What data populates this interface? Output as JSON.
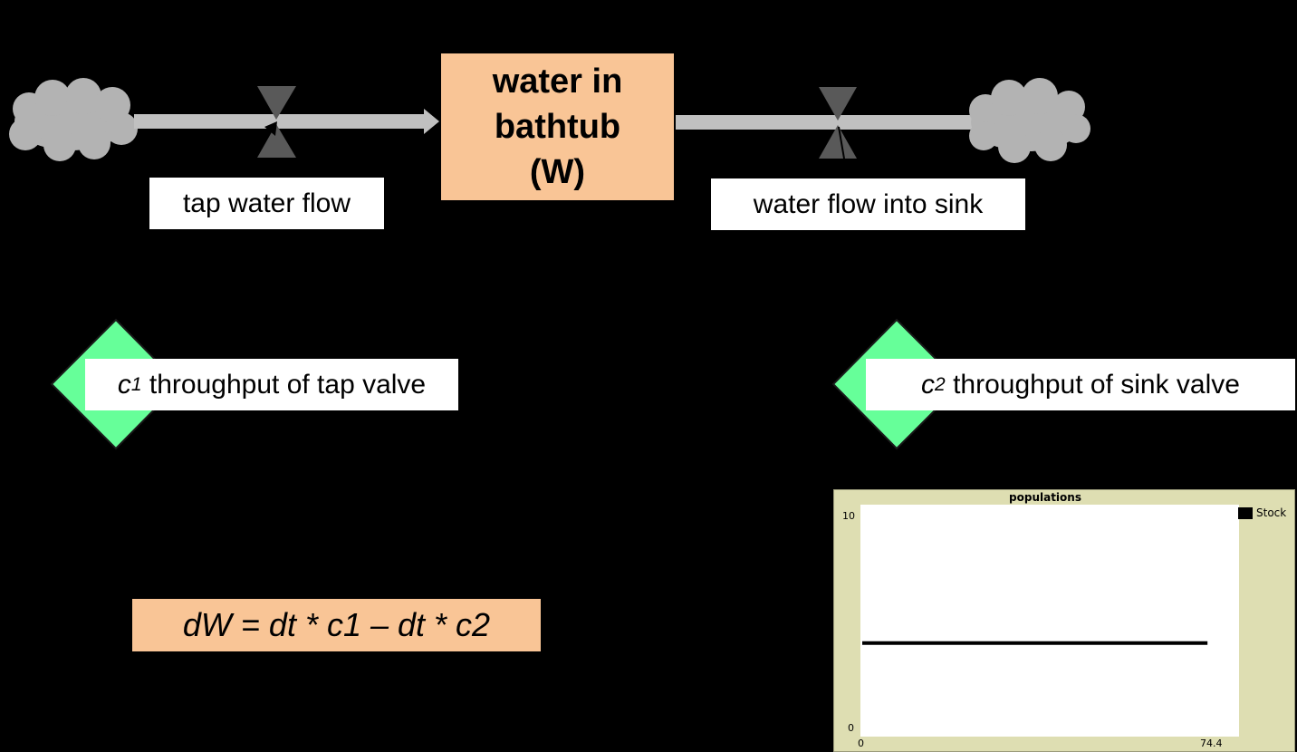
{
  "stock": {
    "line1": "water in",
    "line2": "bathtub",
    "line3": "(W)"
  },
  "flows": {
    "inflow_label": "tap water flow",
    "outflow_label": "water flow into sink"
  },
  "converters": {
    "c1": {
      "symbol": "c",
      "subscript": "1",
      "label": "throughput of tap valve"
    },
    "c2": {
      "symbol": "c",
      "subscript": "2",
      "label": "throughput of sink valve"
    }
  },
  "equation": "dW = dt * c1 – dt * c2",
  "colors": {
    "background": "#000000",
    "stock_fill": "#f9c596",
    "converter_fill": "#66ff99",
    "flow_pipe": "#c0c0c0",
    "cloud": "#b3b3b3",
    "valve": "#595959",
    "plot_frame": "#dedeb2"
  },
  "icons": {
    "source": "cloud-icon",
    "sink": "cloud-icon",
    "valve": "valve-icon",
    "converter": "diamond-icon"
  },
  "chart_data": {
    "type": "line",
    "title": "populations",
    "xlim": [
      0,
      74.4
    ],
    "ylim": [
      0,
      10
    ],
    "x_tick_labels": [
      "0",
      "74.4"
    ],
    "y_tick_labels": [
      "0",
      "10"
    ],
    "series": [
      {
        "name": "Stock",
        "x": [
          0,
          68.5
        ],
        "y": [
          4,
          4
        ]
      }
    ],
    "legend_position": "top-right"
  }
}
